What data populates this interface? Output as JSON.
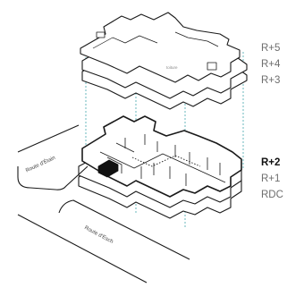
{
  "levels": {
    "r5": "R+5",
    "r4": "R+4",
    "r3": "R+3",
    "r2": "R+2",
    "r1": "R+1",
    "rdc": "RDC"
  },
  "active_level": "R+2",
  "roads": {
    "route_etain": "Route d'Étain",
    "route_esch": "Route d'Esch"
  },
  "roof_label": "toiture",
  "colors": {
    "line": "#1a1a1a",
    "guide_dash": "#2a9aa3",
    "highlight_fill": "#111111",
    "label_active": "#111111",
    "label_muted": "#6e6e6e"
  }
}
